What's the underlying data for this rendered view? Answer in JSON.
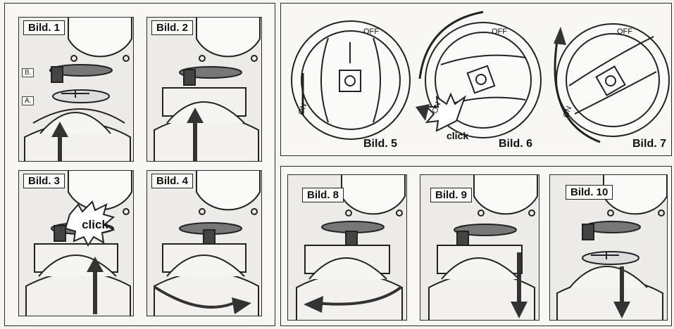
{
  "panels": {
    "b1": "Bild. 1",
    "b2": "Bild. 2",
    "b3": "Bild. 3",
    "b4": "Bild. 4",
    "b5": "Bild. 5",
    "b6": "Bild. 6",
    "b7": "Bild. 7",
    "b8": "Bild. 8",
    "b9": "Bild. 9",
    "b10": "Bild. 10"
  },
  "part_labels": {
    "a": "A.",
    "b": "B."
  },
  "dial": {
    "off": "OFF",
    "on": "ON"
  },
  "click_text": "click",
  "colors": {
    "line": "#222222",
    "panel_bg": "#ecebe7",
    "dark_part": "#555555"
  }
}
